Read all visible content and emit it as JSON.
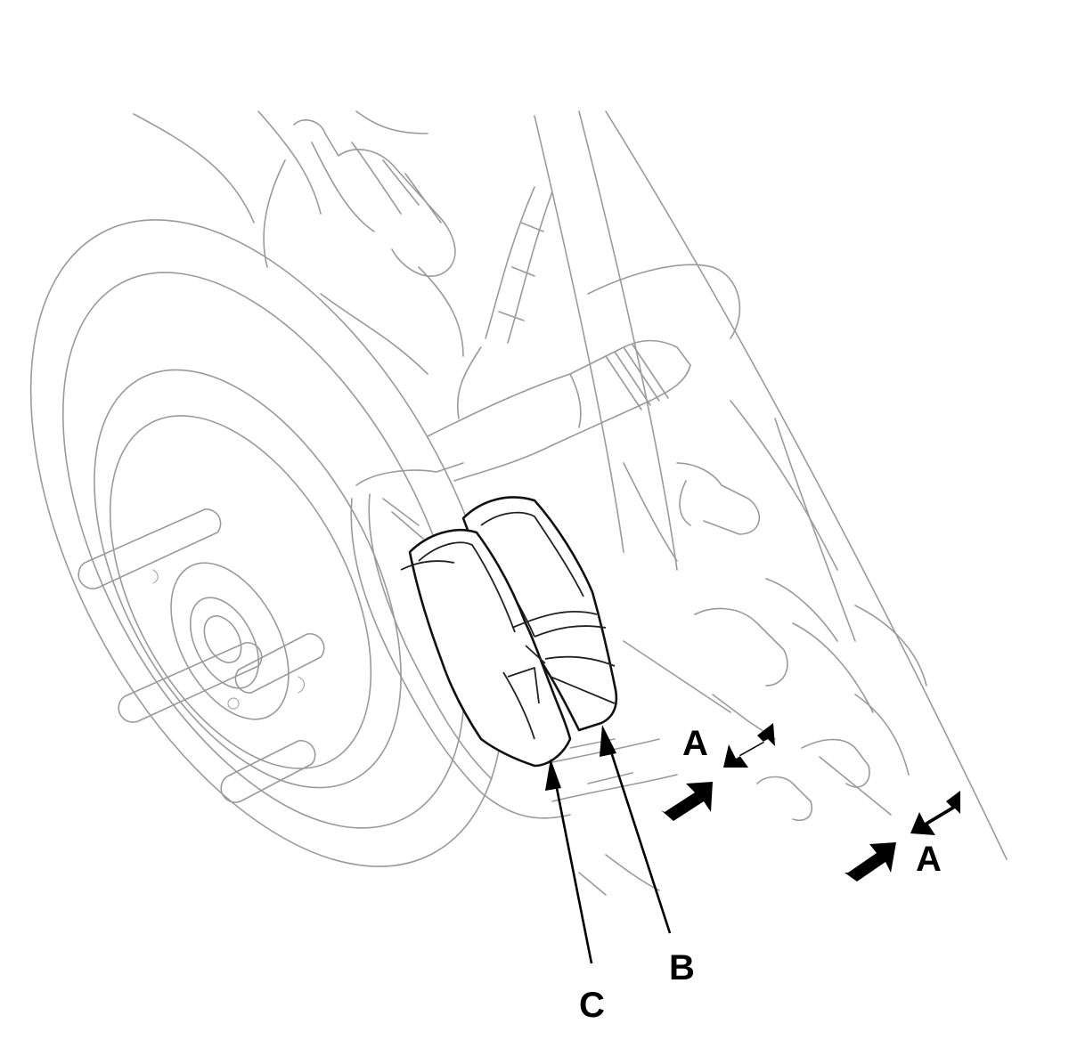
{
  "labels": {
    "a_upper": "A",
    "a_lower": "A",
    "b": "B",
    "c": "C"
  },
  "colors": {
    "line_art": "#9a9a9a",
    "callout": "#000000",
    "background": "#ffffff"
  }
}
